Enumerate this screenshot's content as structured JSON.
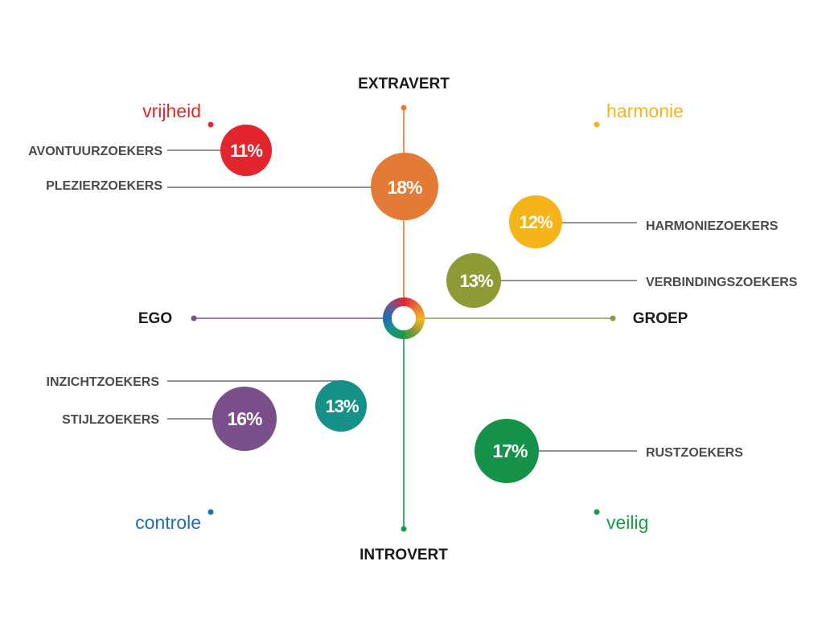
{
  "axes": {
    "top": "EXTRAVERT",
    "bottom": "INTROVERT",
    "left": "EGO",
    "right": "GROEP"
  },
  "corners": {
    "top_left": {
      "label": "vrijheid",
      "color": "#e3262e"
    },
    "top_right": {
      "label": "harmonie",
      "color": "#f4b41a"
    },
    "bottom_left": {
      "label": "controle",
      "color": "#1f6db5"
    },
    "bottom_right": {
      "label": "veilig",
      "color": "#1a9a48"
    }
  },
  "segments": [
    {
      "name": "AVONTUURZOEKERS",
      "value": "11%",
      "color": "#e3262e"
    },
    {
      "name": "PLEZIERZOEKERS",
      "value": "18%",
      "color": "#e37a36"
    },
    {
      "name": "HARMONIEZOEKERS",
      "value": "12%",
      "color": "#f4b41a"
    },
    {
      "name": "VERBINDINGSZOEKERS",
      "value": "13%",
      "color": "#8e9b35"
    },
    {
      "name": "INZICHTZOEKERS",
      "value": "13%",
      "color": "#169187"
    },
    {
      "name": "STIJLZOEKERS",
      "value": "16%",
      "color": "#7a4f8b"
    },
    {
      "name": "RUSTZOEKERS",
      "value": "17%",
      "color": "#15924a"
    }
  ],
  "axis_colors": {
    "top": "#e37a36",
    "bottom": "#1a9a48",
    "left": "#7a4f8b",
    "right": "#8e9b35",
    "label_text": "#1a1a1a",
    "segment_text": "#4a4a4a",
    "leader": "#555555"
  }
}
